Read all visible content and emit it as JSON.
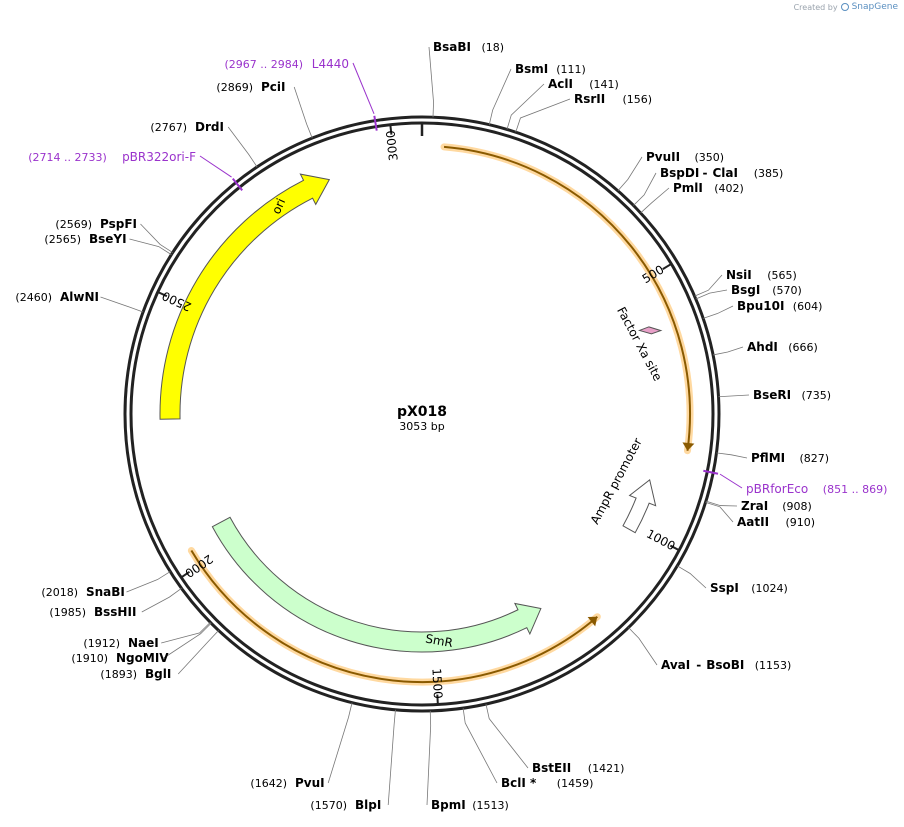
{
  "credit": {
    "prefix": "Created by",
    "brand": "SnapGene"
  },
  "plasmid": {
    "name": "pX018",
    "length_label": "3053 bp",
    "length": 3053
  },
  "ticks": [
    {
      "pos": 500,
      "label": "500"
    },
    {
      "pos": 1000,
      "label": "1000"
    },
    {
      "pos": 1500,
      "label": "1500"
    },
    {
      "pos": 2000,
      "label": "2000"
    },
    {
      "pos": 2500,
      "label": "2500"
    },
    {
      "pos": 3000,
      "label": "3000"
    }
  ],
  "enzymes": [
    {
      "name": "BsaBI",
      "pos": "(18)",
      "at": 18
    },
    {
      "name": "BsmI",
      "pos": "(111)",
      "at": 111
    },
    {
      "name": "AclI",
      "pos": "(141)",
      "at": 141
    },
    {
      "name": "RsrII",
      "pos": "(156)",
      "at": 156
    },
    {
      "name": "PvuII",
      "pos": "(350)",
      "at": 350
    },
    {
      "name": "BspDI",
      "name2": "ClaI",
      "pos": "(385)",
      "at": 385
    },
    {
      "name": "PmlI",
      "pos": "(402)",
      "at": 402
    },
    {
      "name": "NsiI",
      "pos": "(565)",
      "at": 565
    },
    {
      "name": "BsgI",
      "pos": "(570)",
      "at": 570
    },
    {
      "name": "Bpu10I",
      "pos": "(604)",
      "at": 604
    },
    {
      "name": "AhdI",
      "pos": "(666)",
      "at": 666
    },
    {
      "name": "BseRI",
      "pos": "(735)",
      "at": 735
    },
    {
      "name": "PflMI",
      "pos": "(827)",
      "at": 827
    },
    {
      "name": "ZraI",
      "pos": "(908)",
      "at": 908
    },
    {
      "name": "AatII",
      "pos": "(910)",
      "at": 910
    },
    {
      "name": "SspI",
      "pos": "(1024)",
      "at": 1024
    },
    {
      "name": "AvaI",
      "name2": "BsoBI",
      "pos": "(1153)",
      "at": 1153
    },
    {
      "name": "BstEII",
      "pos": "(1421)",
      "at": 1421
    },
    {
      "name": "BclI *",
      "pos": "(1459)",
      "at": 1459
    },
    {
      "name": "BpmI",
      "pos": "(1513)",
      "at": 1513
    },
    {
      "name": "BlpI",
      "pos": "(1570)",
      "at": 1570
    },
    {
      "name": "PvuI",
      "pos": "(1642)",
      "at": 1642
    },
    {
      "name": "BglI",
      "pos": "(1893)",
      "at": 1893
    },
    {
      "name": "NgoMIV",
      "pos": "(1910)",
      "at": 1910
    },
    {
      "name": "NaeI",
      "pos": "(1912)",
      "at": 1912
    },
    {
      "name": "BssHII",
      "pos": "(1985)",
      "at": 1985
    },
    {
      "name": "SnaBI",
      "pos": "(2018)",
      "at": 2018
    },
    {
      "name": "AlwNI",
      "pos": "(2460)",
      "at": 2460
    },
    {
      "name": "BseYI",
      "pos": "(2565)",
      "at": 2565
    },
    {
      "name": "PspFI",
      "pos": "(2569)",
      "at": 2569
    },
    {
      "name": "DrdI",
      "pos": "(2767)",
      "at": 2767
    },
    {
      "name": "PciI",
      "pos": "(2869)",
      "at": 2869
    }
  ],
  "primers": [
    {
      "name": "pBRforEco",
      "pos": "(851 .. 869)",
      "at": 860
    },
    {
      "name": "pBR322ori-F",
      "pos": "(2714 .. 2733)",
      "at": 2724
    },
    {
      "name": "L4440",
      "pos": "(2967 .. 2984)",
      "at": 2976
    }
  ],
  "features": [
    {
      "name": "Factor Xa site",
      "start": 585,
      "end": 600,
      "color": "#e8a0c8"
    },
    {
      "name": "AmpR promoter",
      "start": 900,
      "end": 1010,
      "color": "#ffffff"
    },
    {
      "name": "SmR",
      "start": 1260,
      "end": 2050,
      "color": "#ccffcc"
    },
    {
      "name": "ori",
      "start": 2280,
      "end": 2870,
      "color": "#ffff00"
    }
  ],
  "orfs": [
    {
      "start": 40,
      "end": 830,
      "color": "#f5a623"
    },
    {
      "start": 1180,
      "end": 2030,
      "color": "#f5a623"
    }
  ]
}
